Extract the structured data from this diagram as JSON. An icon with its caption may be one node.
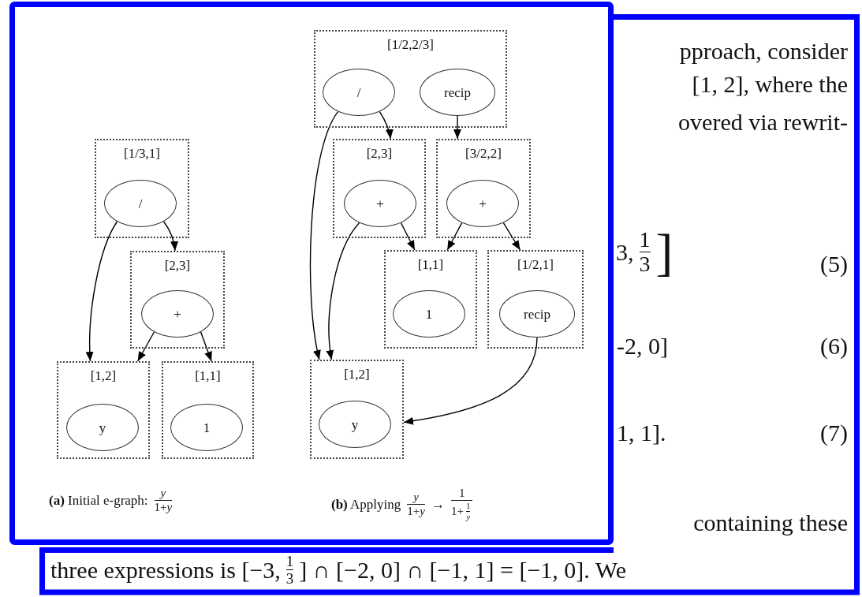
{
  "diagram": {
    "nodes": [
      {
        "text": [
          "[1/3,1]"
        ]
      },
      {
        "text": [
          "/"
        ],
        "in": 0
      },
      {
        "text": [
          "[2,3]"
        ]
      },
      {
        "text": [
          "+"
        ],
        "in": 2
      },
      {
        "text": [
          "[1,2]"
        ]
      },
      {
        "text": [
          "y"
        ],
        "in": 4
      },
      {
        "text": [
          "[1,1]"
        ]
      },
      {
        "text": [
          "1"
        ],
        "in": 6
      },
      {
        "text": [
          "[1/2,2/3]"
        ]
      },
      {
        "text": [
          "/"
        ],
        "in": 8
      },
      {
        "text": [
          "recip"
        ],
        "in": 8
      },
      {
        "text": [
          "[2,3]"
        ]
      },
      {
        "text": [
          "+"
        ],
        "in": 11
      },
      {
        "text": [
          "[3/2,2]"
        ]
      },
      {
        "text": [
          "+"
        ],
        "in": 13
      },
      {
        "text": [
          "[1,1]"
        ]
      },
      {
        "text": [
          "1"
        ],
        "in": 15
      },
      {
        "text": [
          "[1/2,1]"
        ]
      },
      {
        "text": [
          "recip"
        ],
        "in": 17
      },
      {
        "text": [
          "[1,2]"
        ]
      },
      {
        "text": [
          "y"
        ],
        "in": 19
      }
    ],
    "edges": [
      {
        "from": 1,
        "to": 4,
        "arrow": "to"
      },
      {
        "from": 1,
        "to": 2,
        "arrow": "to"
      },
      {
        "from": 3,
        "to": 4,
        "arrow": "to"
      },
      {
        "from": 3,
        "to": 6,
        "arrow": "to"
      },
      {
        "from": 9,
        "to": 19,
        "arrow": "to"
      },
      {
        "from": 9,
        "to": 11,
        "arrow": "to"
      },
      {
        "from": 10,
        "to": 13,
        "arrow": "to"
      },
      {
        "from": 12,
        "to": 19,
        "arrow": "to"
      },
      {
        "from": 12,
        "to": 15,
        "arrow": "to"
      },
      {
        "from": 14,
        "to": 15,
        "arrow": "to"
      },
      {
        "from": 14,
        "to": 17,
        "arrow": "to"
      },
      {
        "from": 18,
        "to": 19,
        "arrow": "to"
      }
    ],
    "labels": [
      "pproach, consider",
      "[1, 2], where the",
      "overed via rewrit-",
      "3,",
      "1",
      "3",
      "]",
      "(5)",
      "-2, 0]",
      "(6)",
      "1, 1].",
      "(7)",
      "**(a)** Initial e-graph:",
      "y",
      "1+*y*",
      "**(b)** Applying",
      "y",
      "1+*y*",
      "→",
      "1",
      "1+",
      "1",
      "y",
      "containing these",
      "three expressions is [−3,",
      "1",
      "3",
      "] ∩ [−2, 0] ∩ [−1, 1] = [−1, 0]. We"
    ]
  }
}
